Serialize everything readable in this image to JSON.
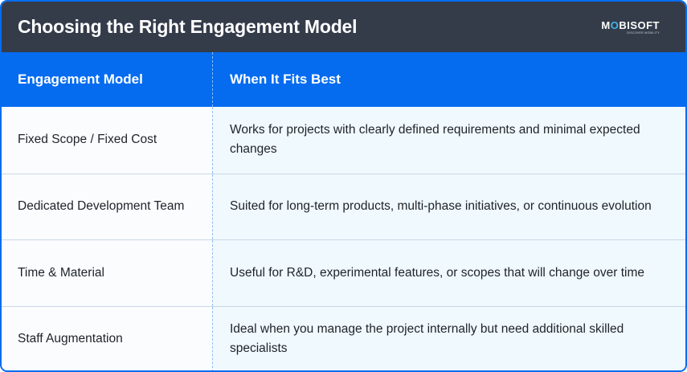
{
  "title": "Choosing the Right Engagement Model",
  "logo": {
    "text": "MOBISOFT",
    "tagline": "DISCOVER MOBILITY"
  },
  "colors": {
    "header": "#343c4a",
    "accent": "#056cf0"
  },
  "table": {
    "headers": [
      "Engagement Model",
      "When It Fits Best"
    ],
    "rows": [
      {
        "model": "Fixed Scope / Fixed Cost",
        "fit": "Works for projects with clearly defined requirements and minimal expected changes"
      },
      {
        "model": "Dedicated Development Team",
        "fit": "Suited for long-term products, multi-phase initiatives, or continuous evolution"
      },
      {
        "model": "Time & Material",
        "fit": "Useful for R&D, experimental features, or scopes that will change over time"
      },
      {
        "model": "Staff Augmentation",
        "fit": "Ideal when you manage the project internally but need additional skilled specialists"
      }
    ]
  }
}
